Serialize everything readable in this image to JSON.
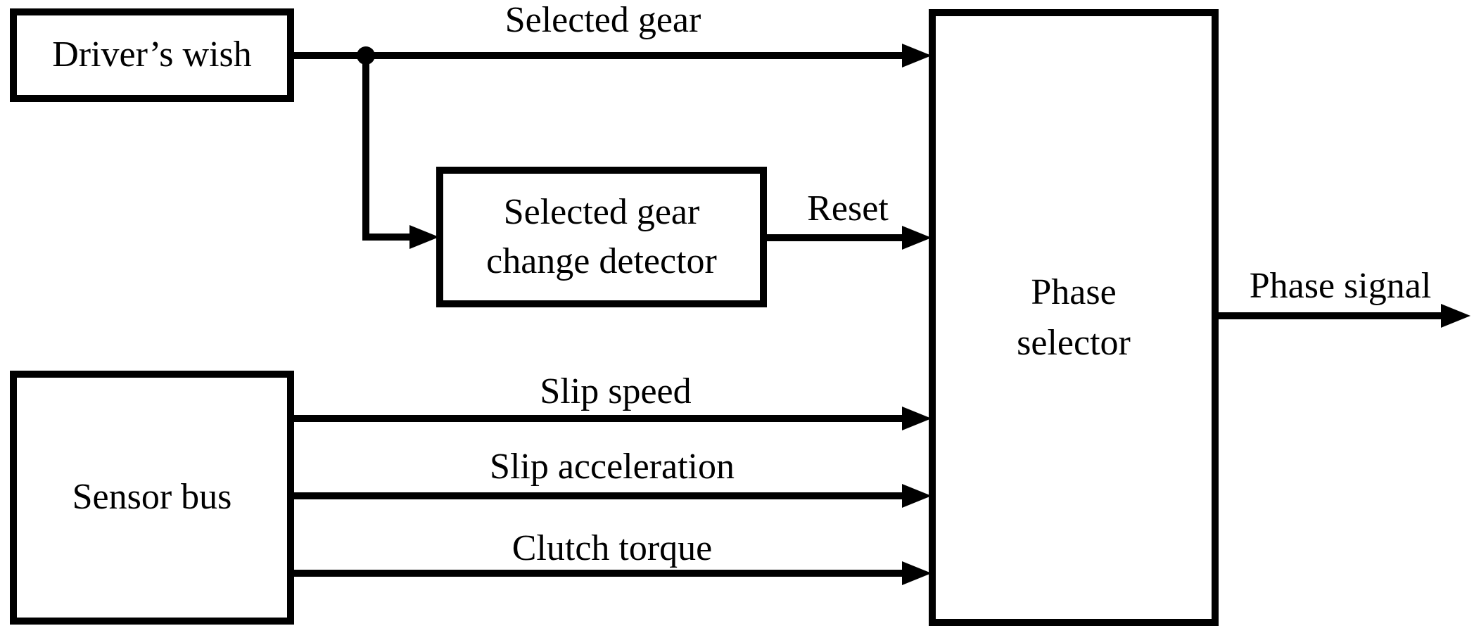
{
  "diagram": {
    "nodes": {
      "drivers_wish": {
        "label": "Driver’s wish"
      },
      "sensor_bus": {
        "label": "Sensor bus"
      },
      "gear_change_detector": {
        "lines": [
          "Selected gear",
          "change detector"
        ]
      },
      "phase_selector": {
        "lines": [
          "Phase",
          "selector"
        ]
      }
    },
    "signal_labels": {
      "selected_gear": "Selected gear",
      "reset": "Reset",
      "slip_speed": "Slip speed",
      "slip_acceleration": "Slip acceleration",
      "clutch_torque": "Clutch torque",
      "phase_signal": "Phase signal"
    },
    "colors": {
      "foreground": "#000000",
      "background": "#ffffff"
    }
  }
}
